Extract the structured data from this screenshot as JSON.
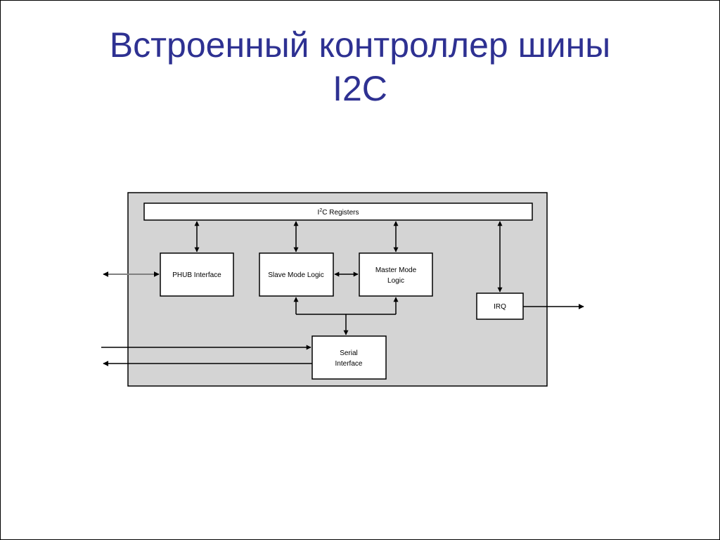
{
  "title": {
    "line1": "Встроенный контроллер шины",
    "line2": "I2C"
  },
  "diagram": {
    "registers": {
      "prefix": "I",
      "sup": "2",
      "suffix": "C Registers"
    },
    "blocks": {
      "phub": "PHUB Interface",
      "slave": "Slave Mode Logic",
      "master_line1": "Master Mode",
      "master_line2": "Logic",
      "irq": "IRQ",
      "serial_line1": "Serial",
      "serial_line2": "Interface"
    }
  },
  "colors": {
    "title": "#2e3192",
    "container_fill": "#d4d4d4",
    "block_fill": "#ffffff",
    "line": "#000000",
    "phub_link": "#808080"
  }
}
